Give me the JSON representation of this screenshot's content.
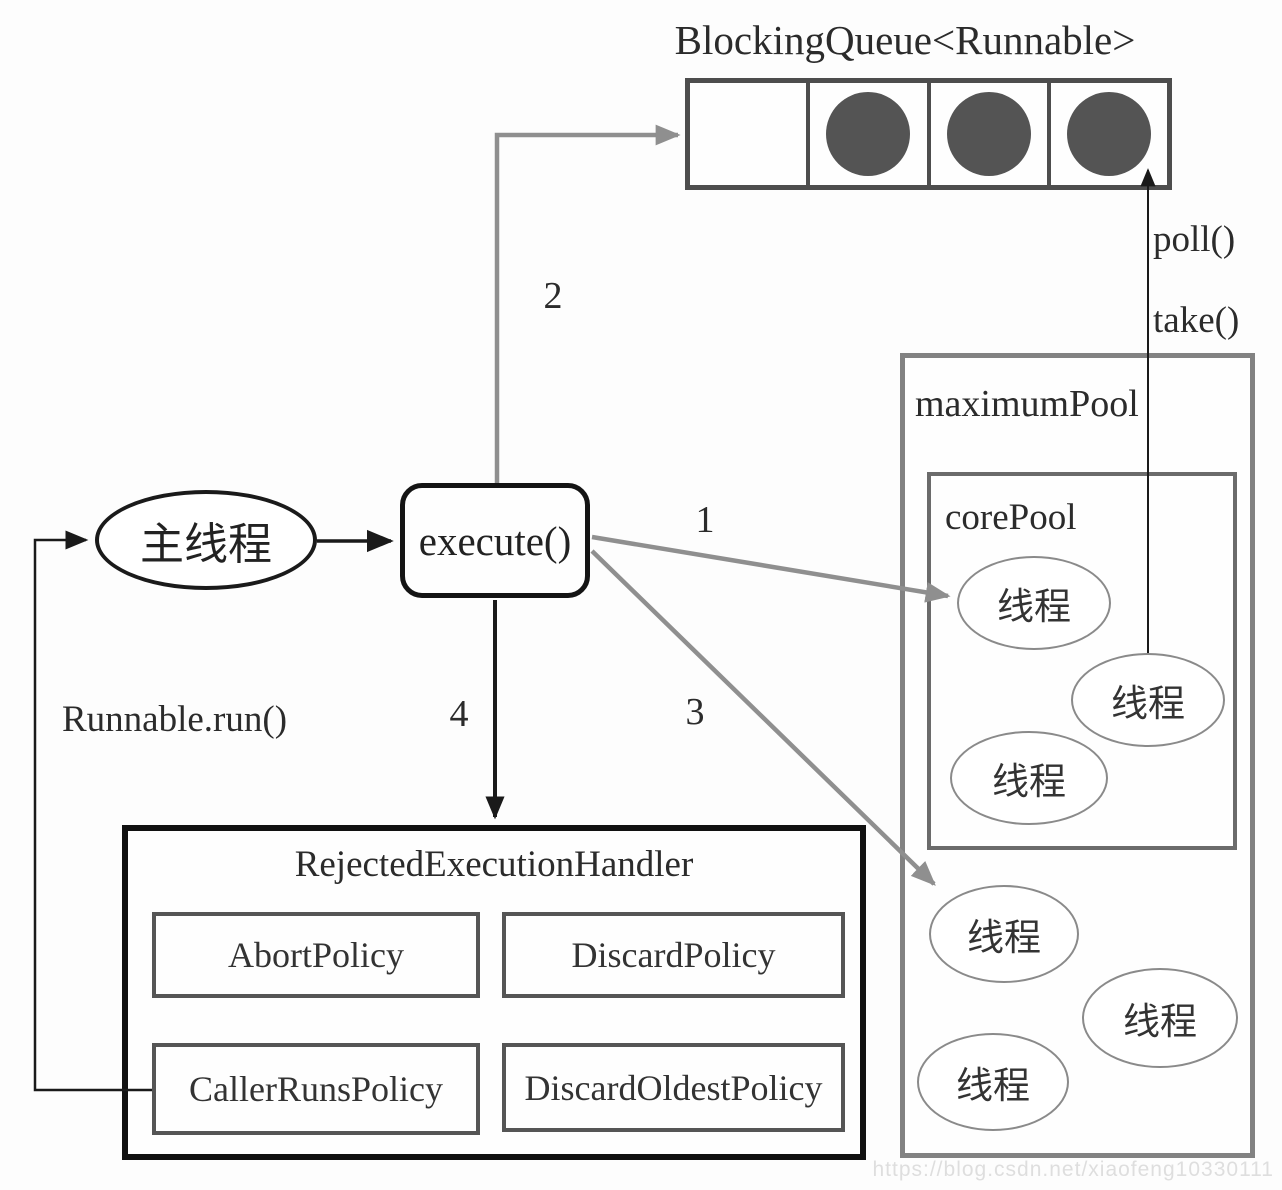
{
  "diagram": {
    "title": "BlockingQueue<Runnable>",
    "queue": {
      "cell_count": 4,
      "filled_tasks": 3
    },
    "labels": {
      "poll": "poll()",
      "take": "take()",
      "maximum_pool": "maximumPool",
      "core_pool": "corePool",
      "main_thread": "主线程",
      "execute": "execute()",
      "thread": "线程",
      "runnable_run": "Runnable.run()",
      "handler_title": "RejectedExecutionHandler"
    },
    "steps": [
      "1",
      "2",
      "3",
      "4"
    ],
    "policies": [
      "AbortPolicy",
      "DiscardPolicy",
      "CallerRunsPolicy",
      "DiscardOldestPolicy"
    ],
    "watermark": "https://blog.csdn.net/xiaofeng10330111",
    "colors": {
      "flow_line_gray": "#8f8f8f",
      "flow_line_black": "#1a1a1a",
      "task_dot_fill": "#545454",
      "queue_border": "#4d4d4d",
      "pool_border": "#828282",
      "watermark_text": "#dedede"
    }
  }
}
